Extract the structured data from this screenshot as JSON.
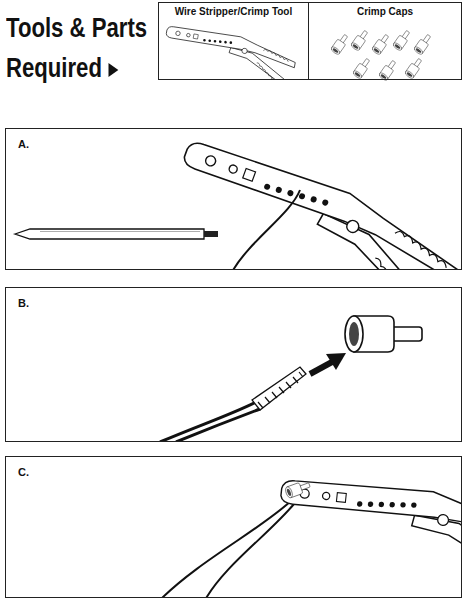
{
  "diagram": {
    "title": "Tools & Parts Required",
    "nodes": [
      {
        "text": [
          "Wire Stripper/Crimp Tool"
        ]
      },
      {
        "text": [
          "Crimp Caps"
        ]
      },
      {
        "text": [
          "A."
        ]
      },
      {
        "text": [
          "B."
        ]
      },
      {
        "text": [
          "C."
        ]
      }
    ]
  }
}
